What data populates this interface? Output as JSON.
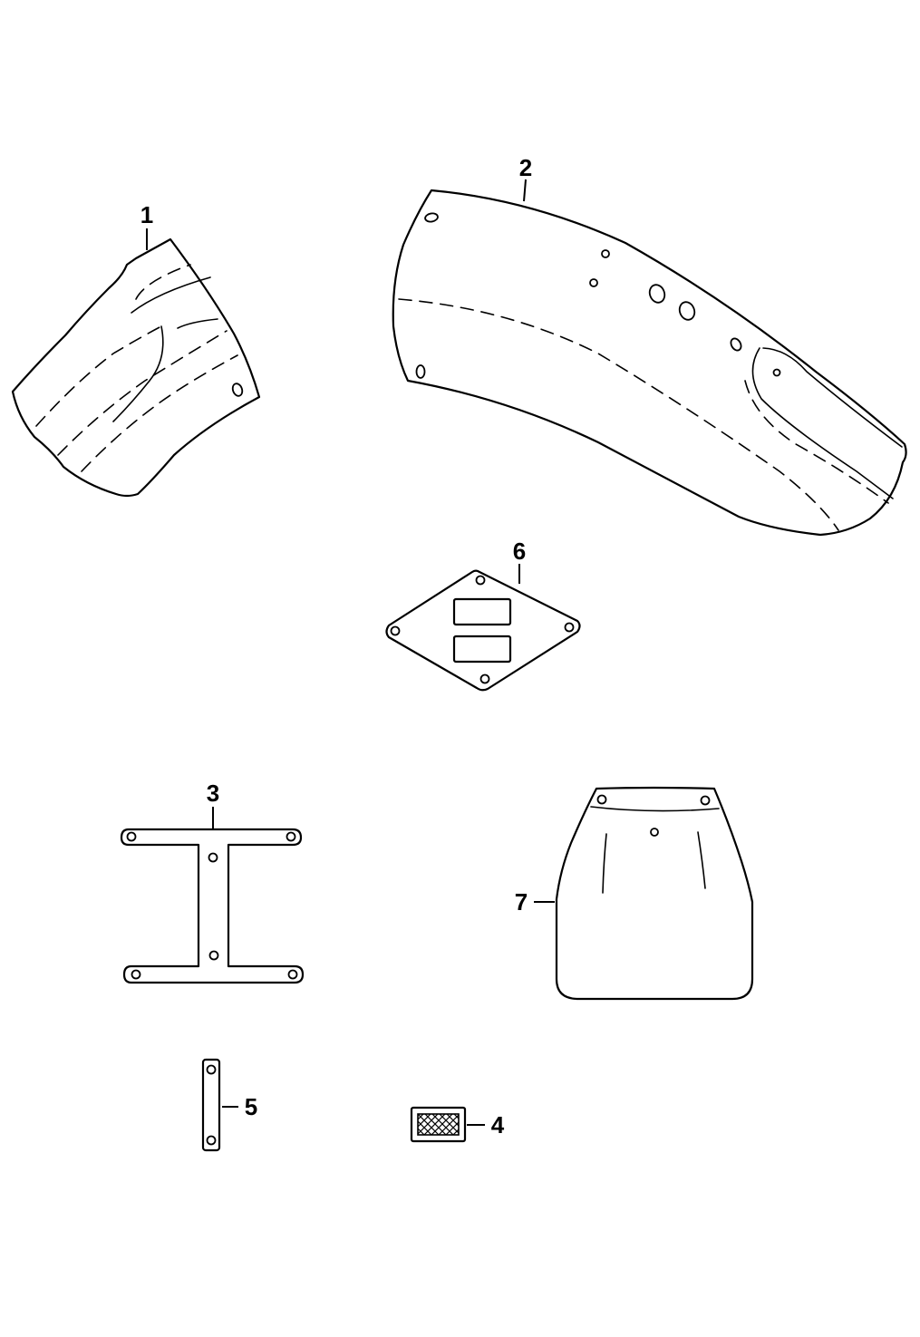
{
  "parts": [
    {
      "id": "p1",
      "name": "wheel-arch-liner-front-segment",
      "callout": "1"
    },
    {
      "id": "p2",
      "name": "wheel-arch-liner",
      "callout": "2"
    },
    {
      "id": "p3",
      "name": "h-bracket",
      "callout": "3"
    },
    {
      "id": "p4",
      "name": "mesh-grille-insert",
      "callout": "4"
    },
    {
      "id": "p5",
      "name": "strip-bracket",
      "callout": "5"
    },
    {
      "id": "p6",
      "name": "diamond-mounting-plate",
      "callout": "6"
    },
    {
      "id": "p7",
      "name": "mud-flap",
      "callout": "7"
    }
  ]
}
